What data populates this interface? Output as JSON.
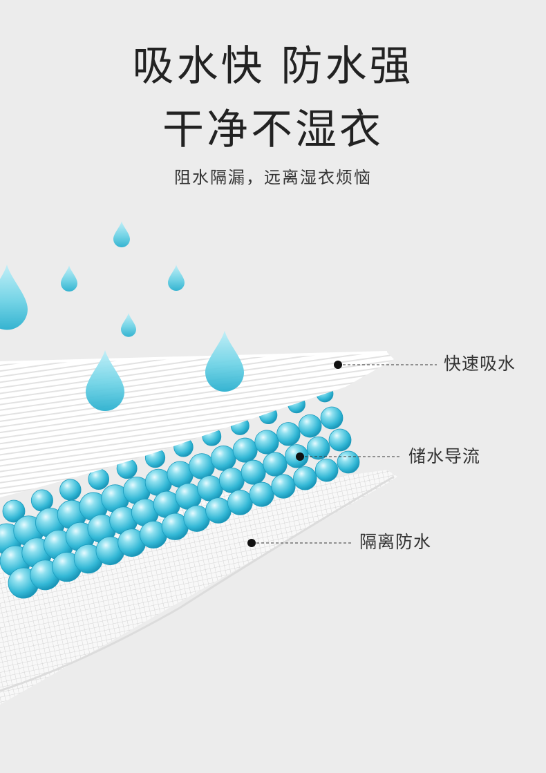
{
  "headline": {
    "line1": "吸水快 防水强",
    "line2": "干净不湿衣",
    "subtitle": "阻水隔漏，远离湿衣烦恼"
  },
  "layers": [
    {
      "label": "快速吸水"
    },
    {
      "label": "储水导流"
    },
    {
      "label": "隔离防水"
    }
  ],
  "colors": {
    "background": "#ececec",
    "water": "#5cc8de",
    "water_dark": "#1fa3c4",
    "sheet": "#ffffff"
  }
}
